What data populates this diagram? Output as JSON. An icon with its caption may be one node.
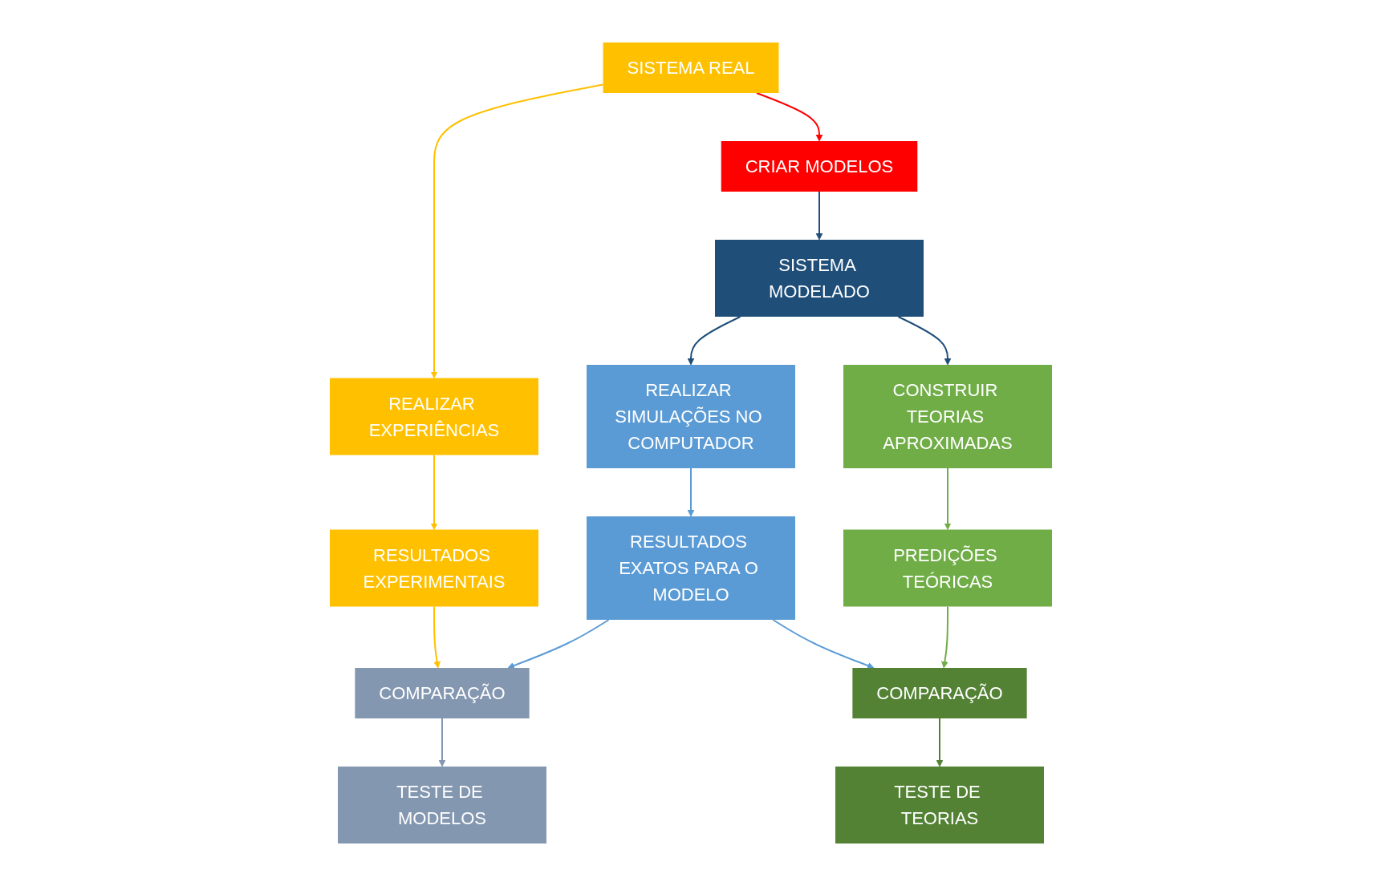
{
  "diagram": {
    "nodes": [
      {
        "text": [
          "SISTEMA REAL"
        ]
      },
      {
        "text": [
          "CRIAR MODELOS"
        ]
      },
      {
        "text": [
          "SISTEMA MODELADO"
        ]
      },
      {
        "text": [
          "REALIZAR EXPERIÊNCIAS"
        ]
      },
      {
        "text": [
          "REALIZAR SIMULAÇÕES NO COMPUTADOR"
        ]
      },
      {
        "text": [
          "CONSTRUIR TEORIAS APROXIMADAS"
        ]
      },
      {
        "text": [
          "RESULTADOS EXPERIMENTAIS"
        ]
      },
      {
        "text": [
          "RESULTADOS EXATOS PARA O MODELO"
        ]
      },
      {
        "text": [
          "PREDIÇÕES TEÓRICAS"
        ]
      },
      {
        "text": [
          "COMPARAÇÃO"
        ]
      },
      {
        "text": [
          "COMPARAÇÃO"
        ]
      },
      {
        "text": [
          "TESTE DE MODELOS"
        ]
      },
      {
        "text": [
          "TESTE DE TEORIAS"
        ]
      }
    ],
    "edges": [
      {
        "from": 0,
        "to": 1,
        "arrow": "to",
        "color": "#ff0000"
      },
      {
        "from": 1,
        "to": 2,
        "arrow": "to",
        "color": "#1f4e79"
      },
      {
        "from": 0,
        "to": 3,
        "arrow": "to",
        "color": "#ffc000"
      },
      {
        "from": 3,
        "to": 6,
        "arrow": "to",
        "color": "#ffc000"
      },
      {
        "from": 2,
        "to": 4,
        "arrow": "to",
        "color": "#1f4e79"
      },
      {
        "from": 2,
        "to": 5,
        "arrow": "to",
        "color": "#1f4e79"
      },
      {
        "from": 4,
        "to": 7,
        "arrow": "to",
        "color": "#5b9bd5"
      },
      {
        "from": 5,
        "to": 8,
        "arrow": "to",
        "color": "#70ad47"
      },
      {
        "from": 6,
        "to": 9,
        "arrow": "to",
        "color": "#ffc000"
      },
      {
        "from": 7,
        "to": 9,
        "arrow": "to",
        "color": "#5b9bd5"
      },
      {
        "from": 7,
        "to": 10,
        "arrow": "to",
        "color": "#5b9bd5"
      },
      {
        "from": 8,
        "to": 10,
        "arrow": "to",
        "color": "#70ad47"
      },
      {
        "from": 9,
        "to": 11,
        "arrow": "to",
        "color": "#8497b0"
      },
      {
        "from": 10,
        "to": 12,
        "arrow": "to",
        "color": "#548235"
      }
    ]
  }
}
